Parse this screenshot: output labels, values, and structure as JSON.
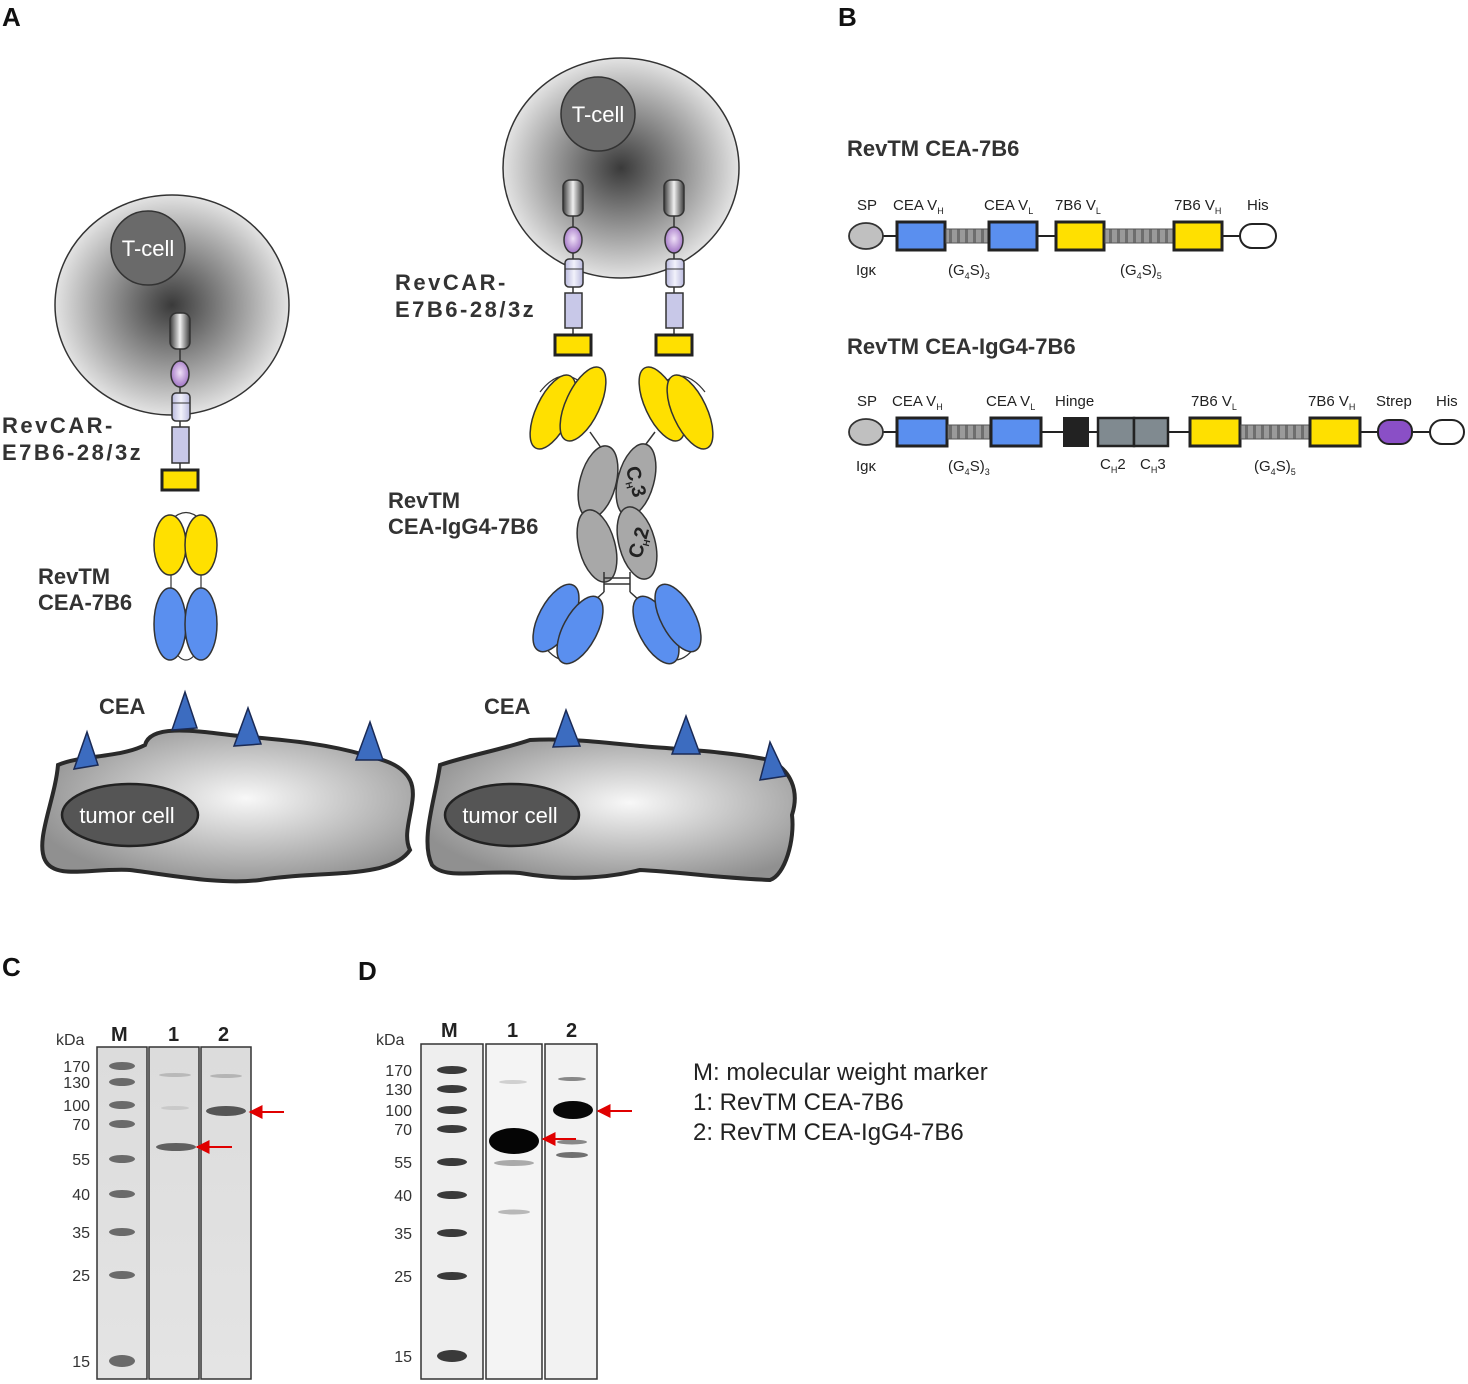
{
  "panels": {
    "a": "A",
    "b": "B",
    "c": "C",
    "d": "D"
  },
  "panel_a": {
    "tcell": "T-cell",
    "revcar_line1": "RevCAR-",
    "revcar_line2": "E7B6-28/3z",
    "left_tm_line1": "RevTM",
    "left_tm_line2": "CEA-7B6",
    "right_tm_line1": "RevTM",
    "right_tm_line2": "CEA-IgG4-7B6",
    "ch3": "C",
    "ch3_sub": "H",
    "ch3_num": "3",
    "ch2": "C",
    "ch2_sub": "H",
    "ch2_num": "2",
    "cea": "CEA",
    "tumor": "tumor cell"
  },
  "panel_b": {
    "construct1": {
      "title": "RevTM CEA-7B6",
      "sp": "SP",
      "cea_vh": "CEA V",
      "cea_vh_sub": "H",
      "cea_vl": "CEA V",
      "cea_vl_sub": "L",
      "b6_vl": "7B6 V",
      "b6_vl_sub": "L",
      "b6_vh": "7B6 V",
      "b6_vh_sub": "H",
      "his": "His",
      "igk": "Igκ",
      "link1": "(G",
      "link1_sub": "4",
      "link1_mid": "S)",
      "link1_rep": "3",
      "link2": "(G",
      "link2_sub": "4",
      "link2_mid": "S)",
      "link2_rep": "5"
    },
    "construct2": {
      "title": "RevTM CEA-IgG4-7B6",
      "sp": "SP",
      "cea_vh": "CEA V",
      "cea_vh_sub": "H",
      "cea_vl": "CEA V",
      "cea_vl_sub": "L",
      "hinge": "Hinge",
      "b6_vl": "7B6 V",
      "b6_vl_sub": "L",
      "b6_vh": "7B6 V",
      "b6_vh_sub": "H",
      "strep": "Strep",
      "his": "His",
      "igk": "Igκ",
      "link1": "(G",
      "link1_sub": "4",
      "link1_mid": "S)",
      "link1_rep": "3",
      "ch2": "C",
      "ch2_sub": "H",
      "ch2_num": "2",
      "ch3": "C",
      "ch3_sub": "H",
      "ch3_num": "3",
      "link2": "(G",
      "link2_sub": "4",
      "link2_mid": "S)",
      "link2_rep": "5"
    }
  },
  "gel_c": {
    "unit": "kDa",
    "lanes": [
      "M",
      "1",
      "2"
    ],
    "marker_kda": [
      "170",
      "130",
      "100",
      "70",
      "55",
      "40",
      "35",
      "25",
      "15"
    ],
    "arrow_lane1_kda": 58,
    "arrow_lane2_kda": 85
  },
  "gel_d": {
    "unit": "kDa",
    "lanes": [
      "M",
      "1",
      "2"
    ],
    "marker_kda": [
      "170",
      "130",
      "100",
      "70",
      "55",
      "40",
      "35",
      "25",
      "15"
    ],
    "arrow_lane1_kda": 63,
    "arrow_lane2_kda": 95
  },
  "legend": {
    "m": "M: molecular weight marker",
    "l1": "1: RevTM CEA-7B6",
    "l2": "2: RevTM CEA-IgG4-7B6"
  },
  "colors": {
    "yellow": "#ffe000",
    "blue": "#5a8fef",
    "purple": "#a578c8",
    "lavender": "#c8c8e8",
    "grey_domain": "#a8a8a8",
    "arrow": "#e00000",
    "cea_marker": "#3c6cc0"
  }
}
